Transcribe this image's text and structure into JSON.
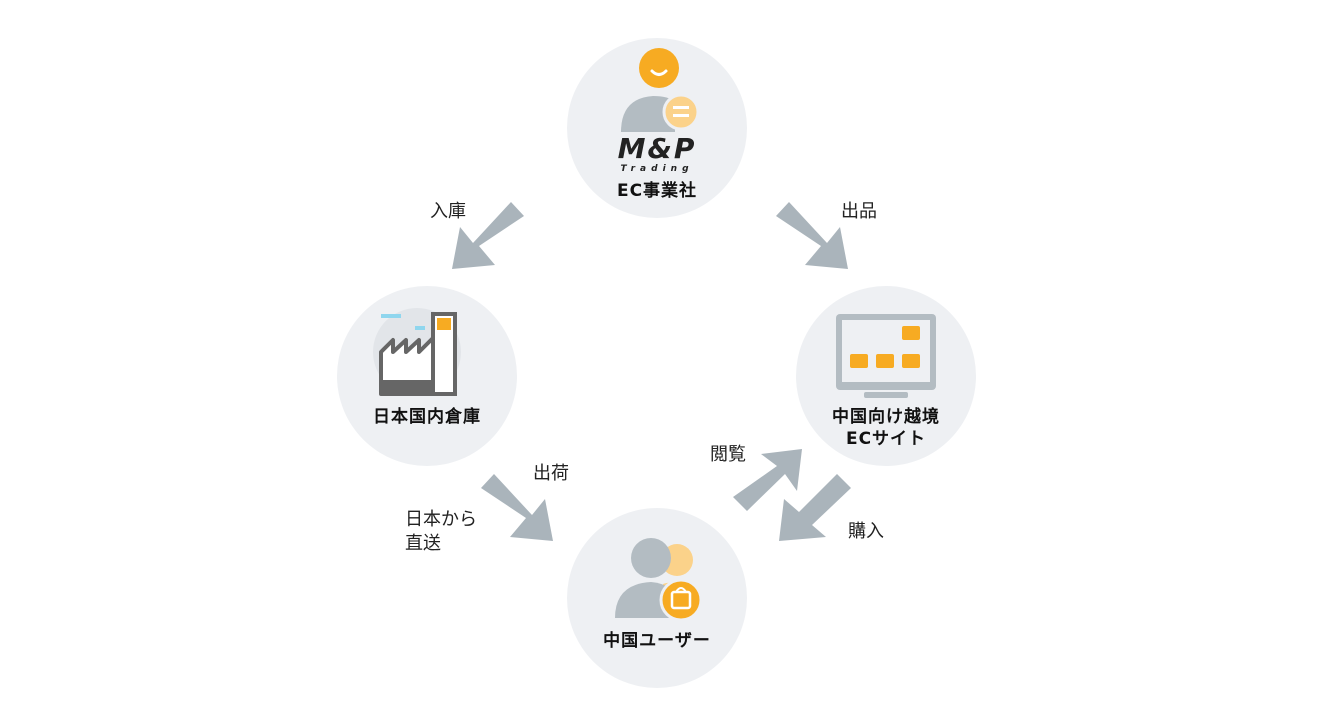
{
  "nodes": {
    "ec_company": {
      "label": "EC事業社",
      "logo_main": "M&P",
      "logo_sub": "Trading"
    },
    "warehouse": {
      "label": "日本国内倉庫"
    },
    "ec_site": {
      "label_line1": "中国向け越境",
      "label_line2": "ECサイト"
    },
    "users": {
      "label": "中国ユーザー"
    }
  },
  "edges": {
    "nyuko": "入庫",
    "shuppin": "出品",
    "shukka": "出荷",
    "chokuso": "日本から\n直送",
    "etsuran": "閲覧",
    "konyu": "購入"
  },
  "colors": {
    "circle": "#eef0f3",
    "arrow": "#aab4bb",
    "accent": "#f7ab22",
    "accent_light": "#fbd28a",
    "icon_gray": "#b3bcc2"
  }
}
